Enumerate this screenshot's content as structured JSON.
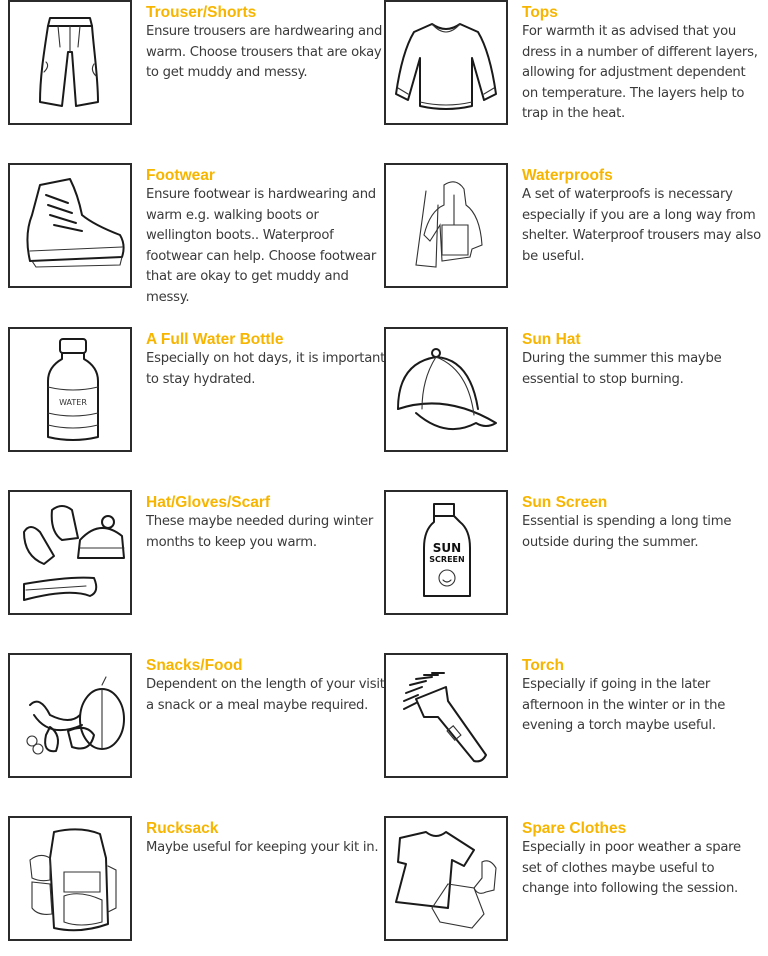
{
  "accent_color": "#f7b500",
  "items": [
    {
      "title": "Trouser/Shorts",
      "description": "Ensure trousers are hardwearing and warm. Choose trousers that are okay to get muddy and messy.",
      "icon": "trousers-icon"
    },
    {
      "title": "Tops",
      "description": "For warmth it as advised that you dress in a number of different layers, allowing for adjustment dependent on temperature. The layers help to trap in the heat.",
      "icon": "sweater-icon"
    },
    {
      "title": "Footwear",
      "description": "Ensure footwear is hardwearing and warm e.g. walking boots or wellington boots.. Waterproof footwear can help. Choose footwear that are okay to get muddy and messy.",
      "icon": "boot-icon"
    },
    {
      "title": "Waterproofs",
      "description": "A set of waterproofs is necessary especially if you are a long way from shelter.  Waterproof trousers may also be useful.",
      "icon": "waterproof-jacket-icon"
    },
    {
      "title": "A Full Water Bottle",
      "description": "Especially on hot days, it is important to stay hydrated.",
      "icon": "water-bottle-icon",
      "icon_label": "WATER"
    },
    {
      "title": "Sun Hat",
      "description": "During the summer this maybe essential to stop burning.",
      "icon": "cap-icon"
    },
    {
      "title": "Hat/Gloves/Scarf",
      "description": "These maybe needed during winter months to keep you warm.",
      "icon": "winter-wear-icon"
    },
    {
      "title": "Sun Screen",
      "description": "Essential is spending a long time outside during the summer.",
      "icon": "sunscreen-icon",
      "icon_label_1": "SUN",
      "icon_label_2": "SCREEN"
    },
    {
      "title": "Snacks/Food",
      "description": "Dependent on the length of your visit a snack or a meal maybe required.",
      "icon": "fruit-icon"
    },
    {
      "title": "Torch",
      "description": "Especially if going in the later afternoon in the winter or in the evening a torch maybe useful.",
      "icon": "torch-icon"
    },
    {
      "title": "Rucksack",
      "description": "Maybe useful for keeping your kit in.",
      "icon": "rucksack-icon"
    },
    {
      "title": "Spare Clothes",
      "description": "Especially in poor weather a spare set of clothes maybe useful to change into following the session.",
      "icon": "spare-clothes-icon"
    }
  ]
}
